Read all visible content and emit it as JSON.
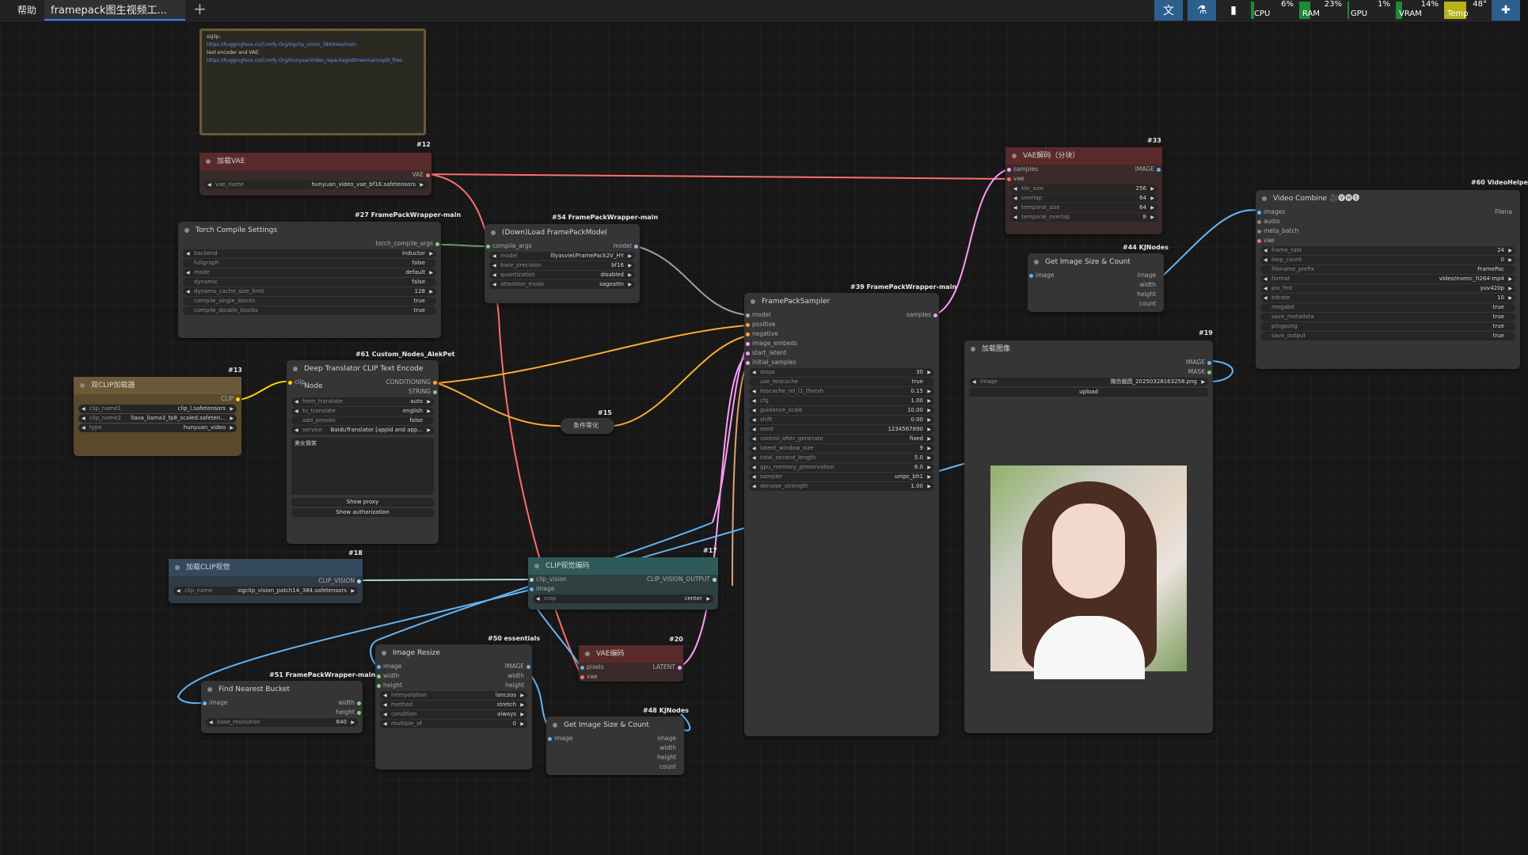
{
  "topbar": {
    "help": "帮助",
    "tab_title": "framepack图生视频工...",
    "add_tab": "+",
    "monitors": [
      {
        "label": "CPU",
        "value": "6%",
        "fill": 0.06
      },
      {
        "label": "RAM",
        "value": "23%",
        "fill": 0.23
      },
      {
        "label": "GPU",
        "value": "1%",
        "fill": 0.01
      },
      {
        "label": "VRAM",
        "value": "14%",
        "fill": 0.14
      },
      {
        "label": "Temp",
        "value": "48°",
        "fill": 0.48
      }
    ],
    "icons": [
      "translate-icon",
      "flask-icon",
      "bookmark-icon",
      "puzzle-icon"
    ]
  },
  "note": {
    "lines": [
      "siglip:",
      "https://huggingface.co/Comfy-Org/sigclip_vision_384/tree/main",
      "text encoder and VAE:",
      "https://huggingface.co/Comfy-Org/HunyuanVideo_repackaged/tree/main/split_files"
    ]
  },
  "nodes": {
    "vae_load": {
      "title": "加载VAE",
      "badge": "#12",
      "out": "VAE",
      "w": [
        [
          "vae_name",
          "hunyuan_video_vae_bf16.safetensors"
        ]
      ]
    },
    "torch": {
      "title": "Torch Compile Settings",
      "badge": "#27 FramePackWrapper-main",
      "out": "torch_compile_args",
      "w": [
        [
          "backend",
          "inductor"
        ],
        [
          "fullgraph",
          "false"
        ],
        [
          "mode",
          "default"
        ],
        [
          "dynamic",
          "false"
        ],
        [
          "dynamo_cache_size_limit",
          "128"
        ],
        [
          "compile_single_blocks",
          "true"
        ],
        [
          "compile_double_blocks",
          "true"
        ]
      ]
    },
    "loadmodel": {
      "title": "(Down)Load FramePackModel",
      "badge": "#54 FramePackWrapper-main",
      "in": "compile_args",
      "out": "model",
      "w": [
        [
          "model",
          "lllyasviel/FramePack2V_HY"
        ],
        [
          "base_precision",
          "bf16"
        ],
        [
          "quantization",
          "disabled"
        ],
        [
          "attention_mode",
          "sageattn"
        ]
      ]
    },
    "dualclip": {
      "title": "双CLIP加载器",
      "badge": "#13",
      "out": "CLIP",
      "w": [
        [
          "clip_name1",
          "clip_l.safetensors"
        ],
        [
          "clip_name2",
          "llava_llama3_fp8_scaled.safeten..."
        ],
        [
          "type",
          "hunyuan_video"
        ]
      ]
    },
    "translator": {
      "title": "Deep Translator CLIP Text Encode Node",
      "badge": "#61 Custom_Nodes_AlekPet",
      "in": "clip",
      "out1": "CONDITIONING",
      "out2": "STRING",
      "w": [
        [
          "from_translate",
          "auto"
        ],
        [
          "to_translate",
          "english"
        ],
        [
          "add_proxies",
          "false"
        ],
        [
          "service",
          "BaiduTranslator [appid and app..."
        ]
      ],
      "text": "美女微笑",
      "btn1": "Show proxy",
      "btn2": "Show authorization"
    },
    "condzero": {
      "title": "条件零化",
      "badge": "#15"
    },
    "clipvision_load": {
      "title": "加载CLIP视觉",
      "badge": "#18",
      "out": "CLIP_VISION",
      "w": [
        [
          "clip_name",
          "sigclip_vision_patch14_384.safetensors"
        ]
      ]
    },
    "clipvision_enc": {
      "title": "CLIP视觉编码",
      "badge": "#17",
      "in1": "clip_vision",
      "in2": "image",
      "out": "CLIP_VISION_OUTPUT",
      "w": [
        [
          "crop",
          "center"
        ]
      ]
    },
    "sampler": {
      "title": "FramePackSampler",
      "badge": "#39 FramePackWrapper-main",
      "out": "samples",
      "ins": [
        "model",
        "positive",
        "negative",
        "image_embeds",
        "start_latent",
        "initial_samples"
      ],
      "w": [
        [
          "steps",
          "30"
        ],
        [
          "use_teacache",
          "true"
        ],
        [
          "teacache_rel_l1_thresh",
          "0.15"
        ],
        [
          "cfg",
          "1.00"
        ],
        [
          "guidance_scale",
          "10.00"
        ],
        [
          "shift",
          "0.00"
        ],
        [
          "seed",
          "1234567890"
        ],
        [
          "control_after_generate",
          "fixed"
        ],
        [
          "latent_window_size",
          "9"
        ],
        [
          "total_second_length",
          "5.0"
        ],
        [
          "gpu_memory_preservation",
          "6.0"
        ],
        [
          "sampler",
          "unipc_bh1"
        ],
        [
          "denoise_strength",
          "1.00"
        ]
      ]
    },
    "vae_decode": {
      "title": "VAE解码（分块）",
      "badge": "#33",
      "in1": "samples",
      "in2": "vae",
      "out": "IMAGE",
      "w": [
        [
          "tile_size",
          "256"
        ],
        [
          "overlap",
          "64"
        ],
        [
          "temporal_size",
          "64"
        ],
        [
          "temporal_overlap",
          "8"
        ]
      ]
    },
    "getsize44": {
      "title": "Get Image Size & Count",
      "badge": "#44 KJNodes",
      "in": "image",
      "outs": [
        "image",
        "width",
        "height",
        "count"
      ]
    },
    "videocombine": {
      "title": "Video Combine 🎥🅥🅗🅢",
      "badge": "#60 VideoHelpe",
      "ins": [
        "images",
        "audio",
        "meta_batch",
        "vae"
      ],
      "out": "Filena",
      "w": [
        [
          "frame_rate",
          "24"
        ],
        [
          "loop_count",
          "0"
        ],
        [
          "filename_prefix",
          "FramePac"
        ],
        [
          "format",
          "video/nvenc_h264-mp4"
        ],
        [
          "pix_fmt",
          "yuv420p"
        ],
        [
          "bitrate",
          "10"
        ],
        [
          "megabit",
          "true"
        ],
        [
          "save_metadata",
          "true"
        ],
        [
          "pingpong",
          "true"
        ],
        [
          "save_output",
          "true"
        ]
      ]
    },
    "loadimage": {
      "title": "加载图像",
      "badge": "#19",
      "outs": [
        "IMAGE",
        "MASK"
      ],
      "w": [
        [
          "image",
          "微信截图_20250328163258.png"
        ]
      ],
      "btn": "upload"
    },
    "imageresize": {
      "title": "Image Resize",
      "badge": "#50 essentials",
      "ins": [
        "image",
        "width",
        "height"
      ],
      "outs": [
        "IMAGE",
        "width",
        "height"
      ],
      "w": [
        [
          "interpolation",
          "lanczos"
        ],
        [
          "method",
          "stretch"
        ],
        [
          "condition",
          "always"
        ],
        [
          "multiple_of",
          "0"
        ]
      ]
    },
    "vae_encode": {
      "title": "VAE编码",
      "badge": "#20",
      "ins": [
        "pixels",
        "vae"
      ],
      "out": "LATENT"
    },
    "bucket": {
      "title": "Find Nearest Bucket",
      "badge": "#51 FramePackWrapper-main",
      "in": "image",
      "outs": [
        "width",
        "height"
      ],
      "w": [
        [
          "base_resolution",
          "640"
        ]
      ]
    },
    "getsize48": {
      "title": "Get Image Size & Count",
      "badge": "#48 KJNodes",
      "in": "image",
      "outs": [
        "image",
        "width",
        "height",
        "count"
      ]
    }
  },
  "colors": {
    "vae": "#ff6e6e",
    "clip": "#ffd500",
    "cond": "#ffa931",
    "clipvision": "#a8dadc",
    "image": "#64b5f6",
    "latent": "#ff9cf9",
    "model": "#b39ddb"
  }
}
